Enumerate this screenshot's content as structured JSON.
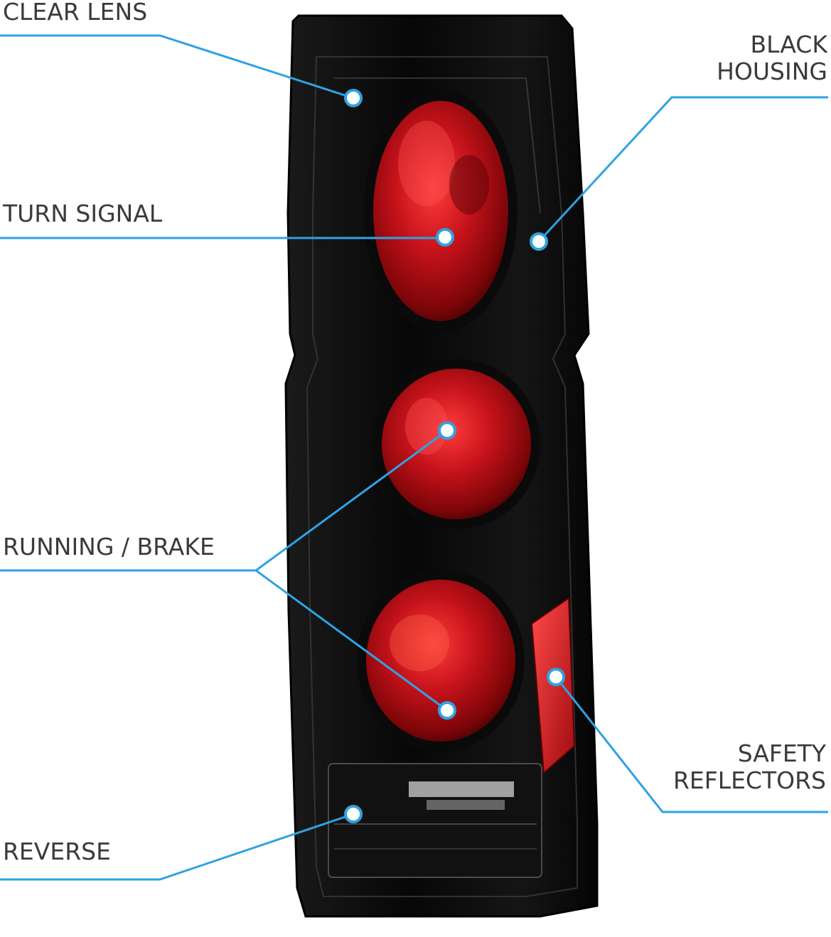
{
  "labels": {
    "clear_lens": "CLEAR LENS",
    "black_housing_line1": "BLACK",
    "black_housing_line2": "HOUSING",
    "turn_signal": "TURN SIGNAL",
    "running_brake": "RUNNING / BRAKE",
    "safety_reflectors_line1": "SAFETY",
    "safety_reflectors_line2": "REFLECTORS",
    "reverse": "REVERSE"
  },
  "colors": {
    "callout_line": "#2ea3e3",
    "housing": "#0d0d0d",
    "lens_red": "#c4121a",
    "reflector_red": "#d0141c",
    "label_text": "#3a3a3a"
  }
}
